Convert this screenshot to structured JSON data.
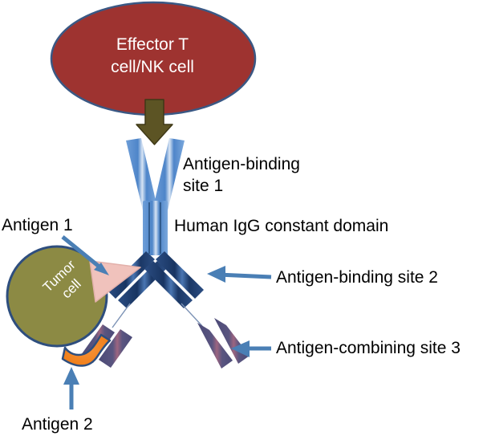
{
  "figure": {
    "type": "biology-schematic",
    "subject": "Trifunctional / multispecific antibody bridging an effector cell and a tumor cell"
  },
  "cells": {
    "effector": {
      "name": "effector-cell",
      "label_line1": "Effector T",
      "label_line2": "cell/NK cell",
      "fill": "#9E3330",
      "stroke": "#3A5884",
      "text_color": "#FFFFFF"
    },
    "tumor": {
      "name": "tumor-cell",
      "label_line1": "Tumor",
      "label_line2": "cell",
      "fill": "#8C8A44",
      "stroke": "#2E4E7E",
      "text_color": "#FFFFFF"
    }
  },
  "antibody": {
    "upper_arms_color": "#5B8FD0",
    "stem_color": "#5B8FD0",
    "lower_arms_color": "#1F3D6E",
    "tail_segments_color": "#514F7C",
    "tail_segments_accent": "#8B5E78",
    "engagement_arrow_color": "#5C5424"
  },
  "antigens": {
    "antigen1": {
      "name": "antigen-1-shape",
      "fill": "#F0C2BC",
      "stroke": "#D9A9A3"
    },
    "antigen2": {
      "name": "antigen-2-shape",
      "fill": "#F07F1A",
      "stroke": "#2E4E7E"
    }
  },
  "callouts": [
    {
      "id": "abs1",
      "name": "antigen-binding-site-1",
      "line1": "Antigen-binding",
      "line2": "site 1",
      "has_arrow": false
    },
    {
      "id": "igg",
      "name": "human-igg-constant-domain",
      "line1": "Human IgG constant domain",
      "line2": "",
      "has_arrow": false
    },
    {
      "id": "abs2",
      "name": "antigen-binding-site-2",
      "line1": "Antigen-binding site 2",
      "line2": "",
      "has_arrow": true
    },
    {
      "id": "acs3",
      "name": "antigen-combining-site-3",
      "line1": "Antigen-combining site 3",
      "line2": "",
      "has_arrow": true
    },
    {
      "id": "ag1",
      "name": "antigen-1",
      "line1": "Antigen 1",
      "line2": "",
      "has_arrow": true
    },
    {
      "id": "ag2",
      "name": "antigen-2",
      "line1": "Antigen 2",
      "line2": "",
      "has_arrow": true
    }
  ],
  "arrow_color": "#4A7FB5"
}
